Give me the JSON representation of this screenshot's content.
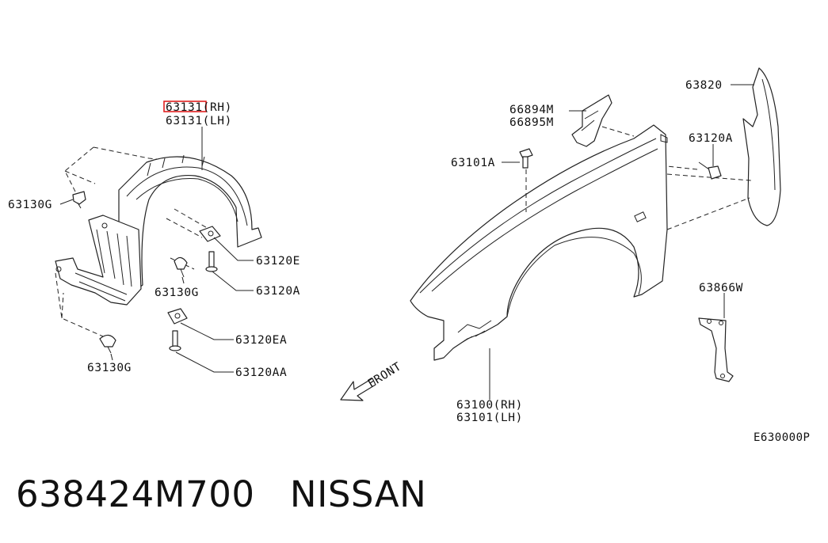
{
  "labels": {
    "l_63131_rh": "63131(RH)",
    "l_63131_lh": "63131(LH)",
    "l_63130g_a": "63130G",
    "l_63130g_b": "63130G",
    "l_63130g_c": "63130G",
    "l_63120e": "63120E",
    "l_63120a_left": "63120A",
    "l_63120ea": "63120EA",
    "l_63120aa": "63120AA",
    "l_66894m": "66894M",
    "l_66895m": "66895M",
    "l_63101a": "63101A",
    "l_63820": "63820",
    "l_63120a_right": "63120A",
    "l_63866w": "63866W",
    "l_63100_rh": "63100(RH)",
    "l_63101_lh": "63101(LH)",
    "l_front": "FRONT"
  },
  "diagram_code": "E630000P",
  "footer": {
    "part_number": "638424M700",
    "brand": "NISSAN"
  },
  "colors": {
    "highlight": "#e0201f",
    "ink": "#222222"
  }
}
